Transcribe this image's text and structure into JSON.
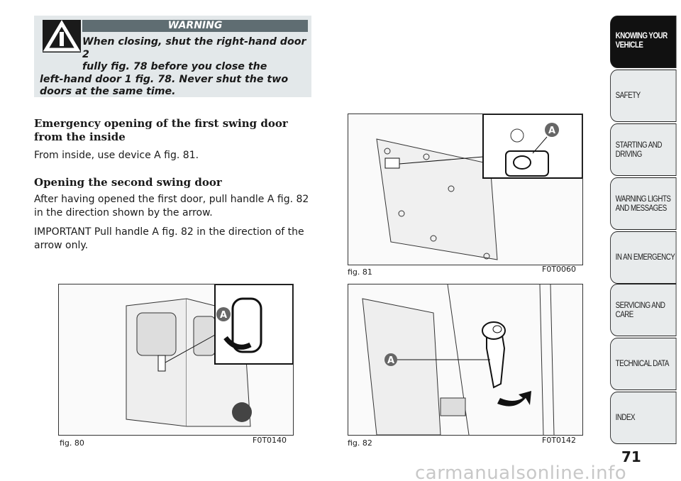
{
  "warning": {
    "title": "WARNING",
    "icon": "warning-triangle-icon",
    "lines": [
      "When closing, shut the right-hand door 2",
      "fully fig. 78 before you close the",
      "left-hand door 1 fig. 78. Never shut the two",
      "doors at the same time."
    ]
  },
  "sections": [
    {
      "heading": [
        "Emergency opening of the first swing door",
        "from the inside"
      ],
      "paragraphs": [
        "From inside, use device A fig. 81."
      ]
    },
    {
      "heading": [
        "Opening the second swing door"
      ],
      "paragraphs": [
        "After having opened the first door, pull handle A fig. 82 in the direction shown by the arrow.",
        "IMPORTANT Pull handle A fig. 82 in the direction of the arrow only."
      ]
    }
  ],
  "figures": [
    {
      "label": "fig. 80",
      "code": "F0T0140",
      "callout": "A"
    },
    {
      "label": "fig. 81",
      "code": "F0T0060",
      "callout": "A"
    },
    {
      "label": "fig. 82",
      "code": "F0T0142",
      "callout": "A"
    }
  ],
  "tabs": [
    {
      "label": "KNOWING YOUR VEHICLE",
      "active": true
    },
    {
      "label": "SAFETY"
    },
    {
      "label": "STARTING AND DRIVING"
    },
    {
      "label": "WARNING LIGHTS AND MESSAGES"
    },
    {
      "label": "IN AN EMERGENCY"
    },
    {
      "label": "SERVICING AND CARE"
    },
    {
      "label": "TECHNICAL DATA"
    },
    {
      "label": "INDEX"
    }
  ],
  "page_number": "71",
  "watermark": "carmanualsonline.info"
}
